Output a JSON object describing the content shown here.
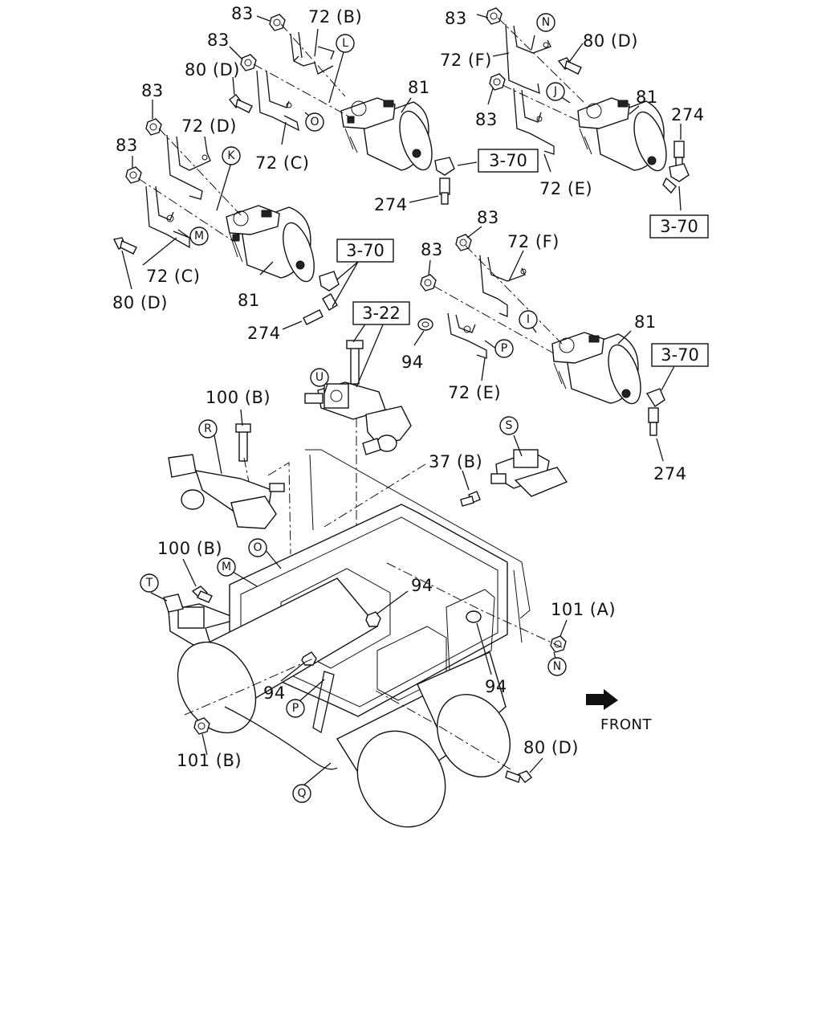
{
  "labels": {
    "l83_a": "83",
    "l72b": "72 (B)",
    "l83_b": "83",
    "l80d_a": "80 (D)",
    "l83_c": "83",
    "l72d": "72 (D)",
    "l83_d": "83",
    "l72c_a": "72 (C)",
    "l81_a": "81",
    "l274_a": "274",
    "l72c_b": "72 (C)",
    "l80d_b": "80 (D)",
    "l81_b": "81",
    "l274_b": "274",
    "l83_e": "83",
    "l80d_c": "80 (D)",
    "l72f_a": "72 (F)",
    "l81_c": "81",
    "l83_f": "83",
    "l274_c": "274",
    "l72e_a": "72 (E)",
    "l83_g": "83",
    "l72f_b": "72 (F)",
    "l83_h": "83",
    "l81_d": "81",
    "l94_a": "94",
    "l72e_b": "72 (E)",
    "l274_d": "274",
    "l100b_a": "100 (B)",
    "l37b": "37 (B)",
    "l100b_b": "100 (B)",
    "l94_b": "94",
    "l101a": "101 (A)",
    "l94_c": "94",
    "l94_d": "94",
    "l101b": "101 (B)",
    "l80d_d": "80 (D)",
    "front": "FRONT"
  },
  "callouts": {
    "N": "N",
    "L": "L",
    "O": "O",
    "J": "J",
    "K": "K",
    "M": "M",
    "I": "I",
    "P": "P",
    "U": "U",
    "R": "R",
    "S": "S",
    "O2": "O",
    "M2": "M",
    "T": "T",
    "N2": "N",
    "P2": "P",
    "Q": "Q"
  },
  "refs": {
    "r370_a": "3-70",
    "r370_b": "3-70",
    "r370_c": "3-70",
    "r370_d": "3-70",
    "r322": "3-22"
  }
}
